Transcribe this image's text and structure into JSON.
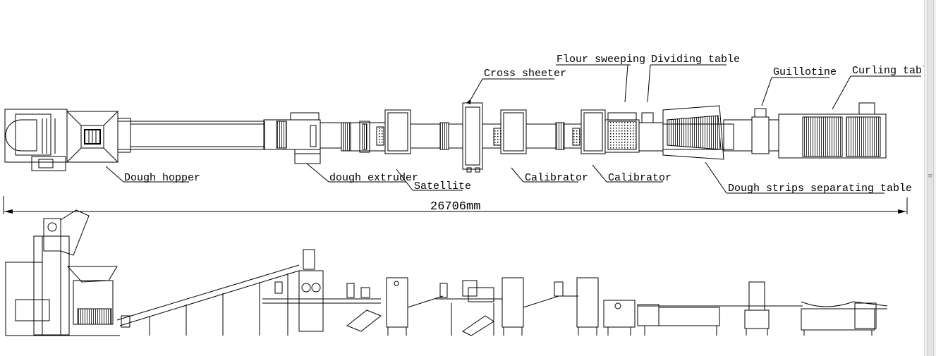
{
  "diagram": {
    "labels": {
      "dough_hopper": "Dough hopper",
      "dough_extruder": "dough extruder",
      "satellite": "Satellite",
      "cross_sheeter": "Cross sheeter",
      "calibrator_1": "Calibrator",
      "calibrator_2": "Calibrator",
      "flour_sweeping": "Flour sweeping",
      "dividing_table": "Dividing table",
      "dough_strips_separating_table": "Dough strips separating table",
      "guillotine": "Guillotine",
      "curling_table": "Curling table"
    },
    "overall_length": "26706mm"
  },
  "scrollbar": {
    "grip_icon": "grip-lines-icon"
  }
}
